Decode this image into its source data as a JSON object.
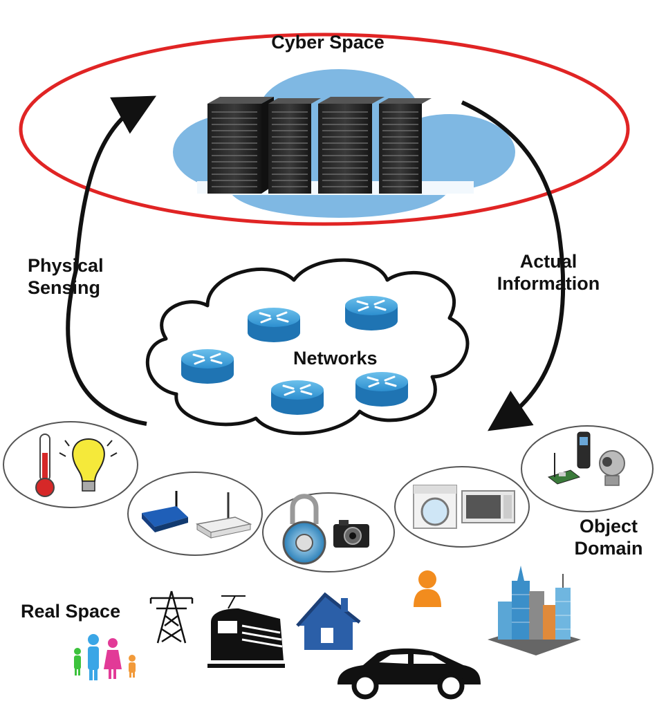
{
  "labels": {
    "cyber_space": "Cyber Space",
    "physical_sensing_1": "Physical",
    "physical_sensing_2": "Sensing",
    "actual_information_1": "Actual",
    "actual_information_2": "Information",
    "networks": "Networks",
    "object_domain_1": "Object",
    "object_domain_2": "Domain",
    "real_space": "Real Space"
  },
  "colors": {
    "cyber_ellipse": "#e02424",
    "cloud_blue": "#7fb8e3",
    "router_blue": "#2d8fd0",
    "server_dark": "#2a2a2a",
    "arrow": "#111111"
  },
  "icons": {
    "cyber": [
      "server-rack-icon"
    ],
    "networks": [
      "router-icon"
    ],
    "objects": [
      "thermometer-icon",
      "light-bulb-icon",
      "wifi-router-icon",
      "modem-icon",
      "padlock-icon",
      "camera-icon",
      "washing-machine-icon",
      "microwave-icon",
      "sensor-board-icon",
      "handheld-scanner-icon",
      "security-camera-icon"
    ],
    "real_space": [
      "people-family-icon",
      "power-tower-icon",
      "train-icon",
      "house-icon",
      "person-icon",
      "car-icon",
      "city-buildings-icon"
    ]
  }
}
